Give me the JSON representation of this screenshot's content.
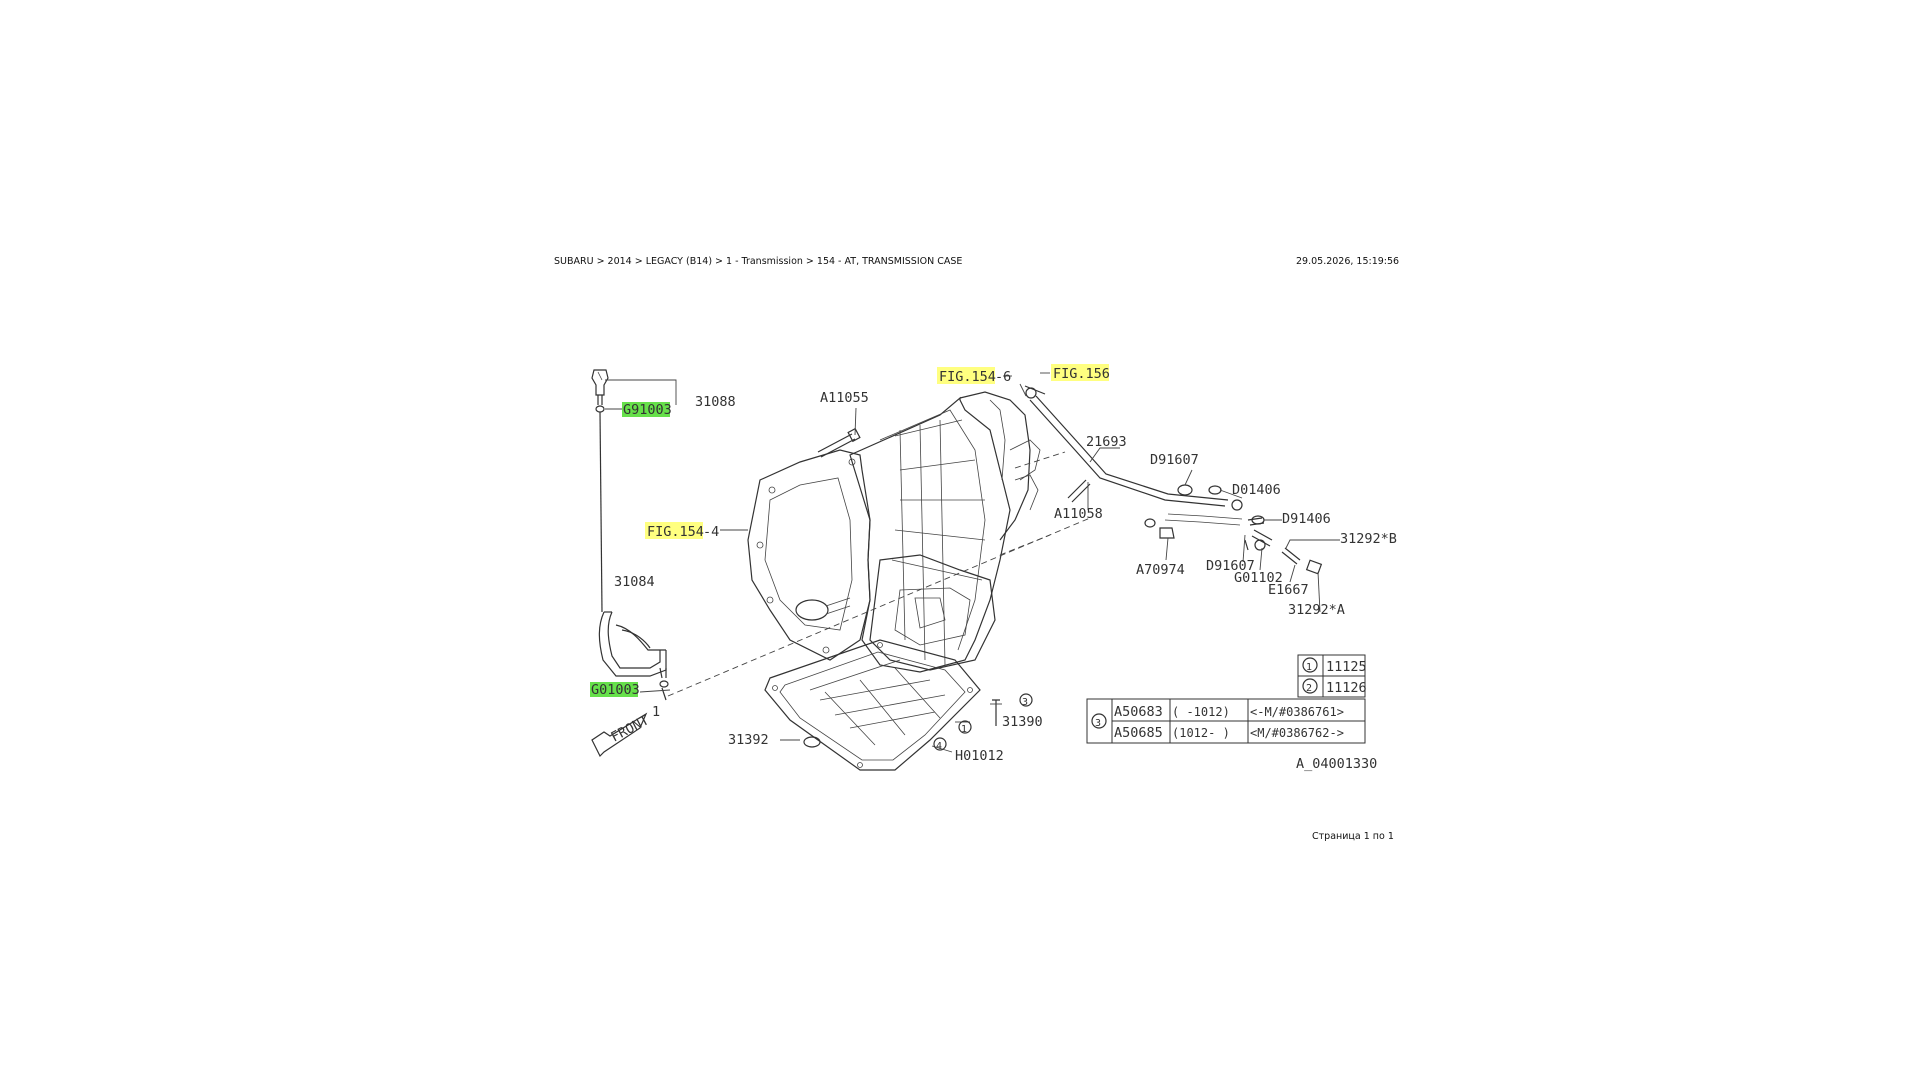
{
  "header": {
    "breadcrumb": "SUBARU > 2014 > LEGACY (B14) > 1 - Transmission > 154 - AT, TRANSMISSION CASE",
    "timestamp": "29.05.2026, 15:19:56"
  },
  "footer": {
    "page_indicator": "Страница 1 по 1"
  },
  "colors": {
    "fig_link_highlight": "#ffff80",
    "part_link_highlight": "#66e04a",
    "line": "#333333"
  },
  "diagram": {
    "fig_links": {
      "fig154_top": "FIG.154",
      "fig156": "FIG.156",
      "fig154_left": "FIG.154"
    },
    "fig_link_suffix": {
      "fig154_top": "-6",
      "fig154_left": "-4"
    },
    "part_links": {
      "g91003": "G91003",
      "g01003": "G01003"
    },
    "parts": {
      "p31088": "31088",
      "a11055": "A11055",
      "p21693": "21693",
      "d91607a": "D91607",
      "d01406": "D01406",
      "d91406": "D91406",
      "p31292b": "31292*B",
      "a11058": "A11058",
      "a70974": "A70974",
      "d91607b": "D91607",
      "g01102": "G01102",
      "e1667": "E1667",
      "p31292a": "31292*A",
      "p31084": "31084",
      "p31390": "31390",
      "p31392": "31392",
      "h01012": "H01012",
      "front": "FRONT"
    },
    "callouts": {
      "c1": "1",
      "c2": "2",
      "c3": "3",
      "c4": "4"
    },
    "diagram_code": "A_04001330"
  },
  "legend_table": {
    "rows_top": [
      {
        "num": "1",
        "part": "11125"
      },
      {
        "num": "2",
        "part": "11126"
      }
    ],
    "group_num": "3",
    "rows_bottom": [
      {
        "part": "A50683",
        "range": "(  -1012)",
        "serial": "<-M/#0386761>"
      },
      {
        "part": "A50685",
        "range": "(1012-  )",
        "serial": "<M/#0386762->"
      }
    ]
  }
}
